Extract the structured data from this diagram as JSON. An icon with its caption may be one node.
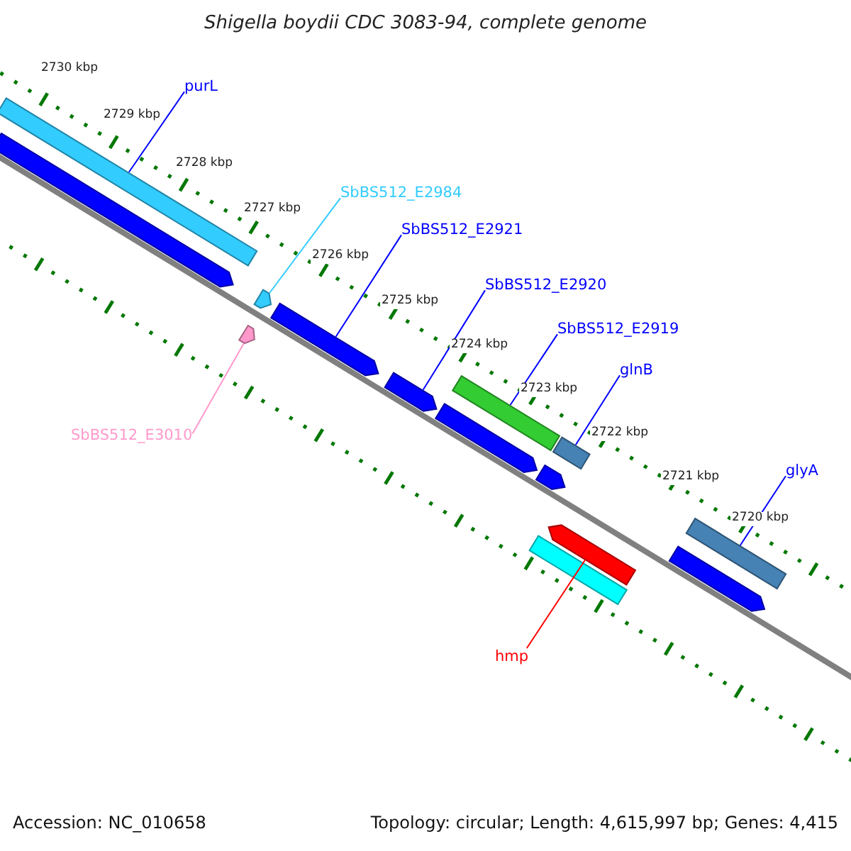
{
  "diagram": {
    "title": "Shigella boydii CDC 3083-94, complete genome",
    "nodes": [
      {
        "text": [
          "purL"
        ]
      },
      {
        "text": [
          "SbBS512_E2984"
        ]
      },
      {
        "text": [
          "SbBS512_E2921"
        ]
      },
      {
        "text": [
          "SbBS512_E2920"
        ]
      },
      {
        "text": [
          "SbBS512_E2919"
        ]
      },
      {
        "text": [
          "glnB"
        ]
      },
      {
        "text": [
          "glyA"
        ]
      },
      {
        "text": [
          "SbBS512_E3010"
        ]
      },
      {
        "text": [
          "hmp"
        ]
      },
      {
        "text": [],
        "shape": "bar"
      },
      {
        "text": [],
        "shape": "bar"
      },
      {
        "text": [],
        "shape": "bar"
      },
      {
        "text": [],
        "shape": "bar"
      },
      {
        "text": [],
        "shape": "bar"
      },
      {
        "text": [],
        "shape": "bar"
      },
      {
        "text": [],
        "shape": "bar"
      },
      {
        "text": [],
        "shape": "bar"
      },
      {
        "text": [],
        "shape": "bar"
      },
      {
        "text": [],
        "shape": "bar"
      },
      {
        "text": [],
        "shape": "bar"
      },
      {
        "text": [],
        "shape": "bar"
      },
      {
        "text": [],
        "shape": "bar"
      },
      {
        "text": [],
        "shape": "bar"
      }
    ],
    "edges": [
      {
        "from": 0,
        "to": 9,
        "arrow": "none"
      },
      {
        "from": 1,
        "to": 11,
        "arrow": "none",
        "color": "#33ccff"
      },
      {
        "from": 2,
        "to": 13,
        "arrow": "none"
      },
      {
        "from": 3,
        "to": 14,
        "arrow": "none"
      },
      {
        "from": 4,
        "to": 15,
        "arrow": "none"
      },
      {
        "from": 5,
        "to": 17,
        "arrow": "none"
      },
      {
        "from": 6,
        "to": 21,
        "arrow": "none"
      },
      {
        "from": 7,
        "to": 12,
        "arrow": "none",
        "color": "#ff99cc"
      },
      {
        "from": 8,
        "to": 19,
        "arrow": "none",
        "color": "#ff0000"
      }
    ],
    "labels": [
      "2730 kbp",
      "2729 kbp",
      "2728 kbp",
      "2727 kbp",
      "2726 kbp",
      "2725 kbp",
      "2724 kbp",
      "2723 kbp",
      "2722 kbp",
      "2721 kbp",
      "2720 kbp",
      "Accession: NC_010658",
      "Topology: circular; Length: 4,615,997 bp; Genes: 4,415"
    ]
  }
}
